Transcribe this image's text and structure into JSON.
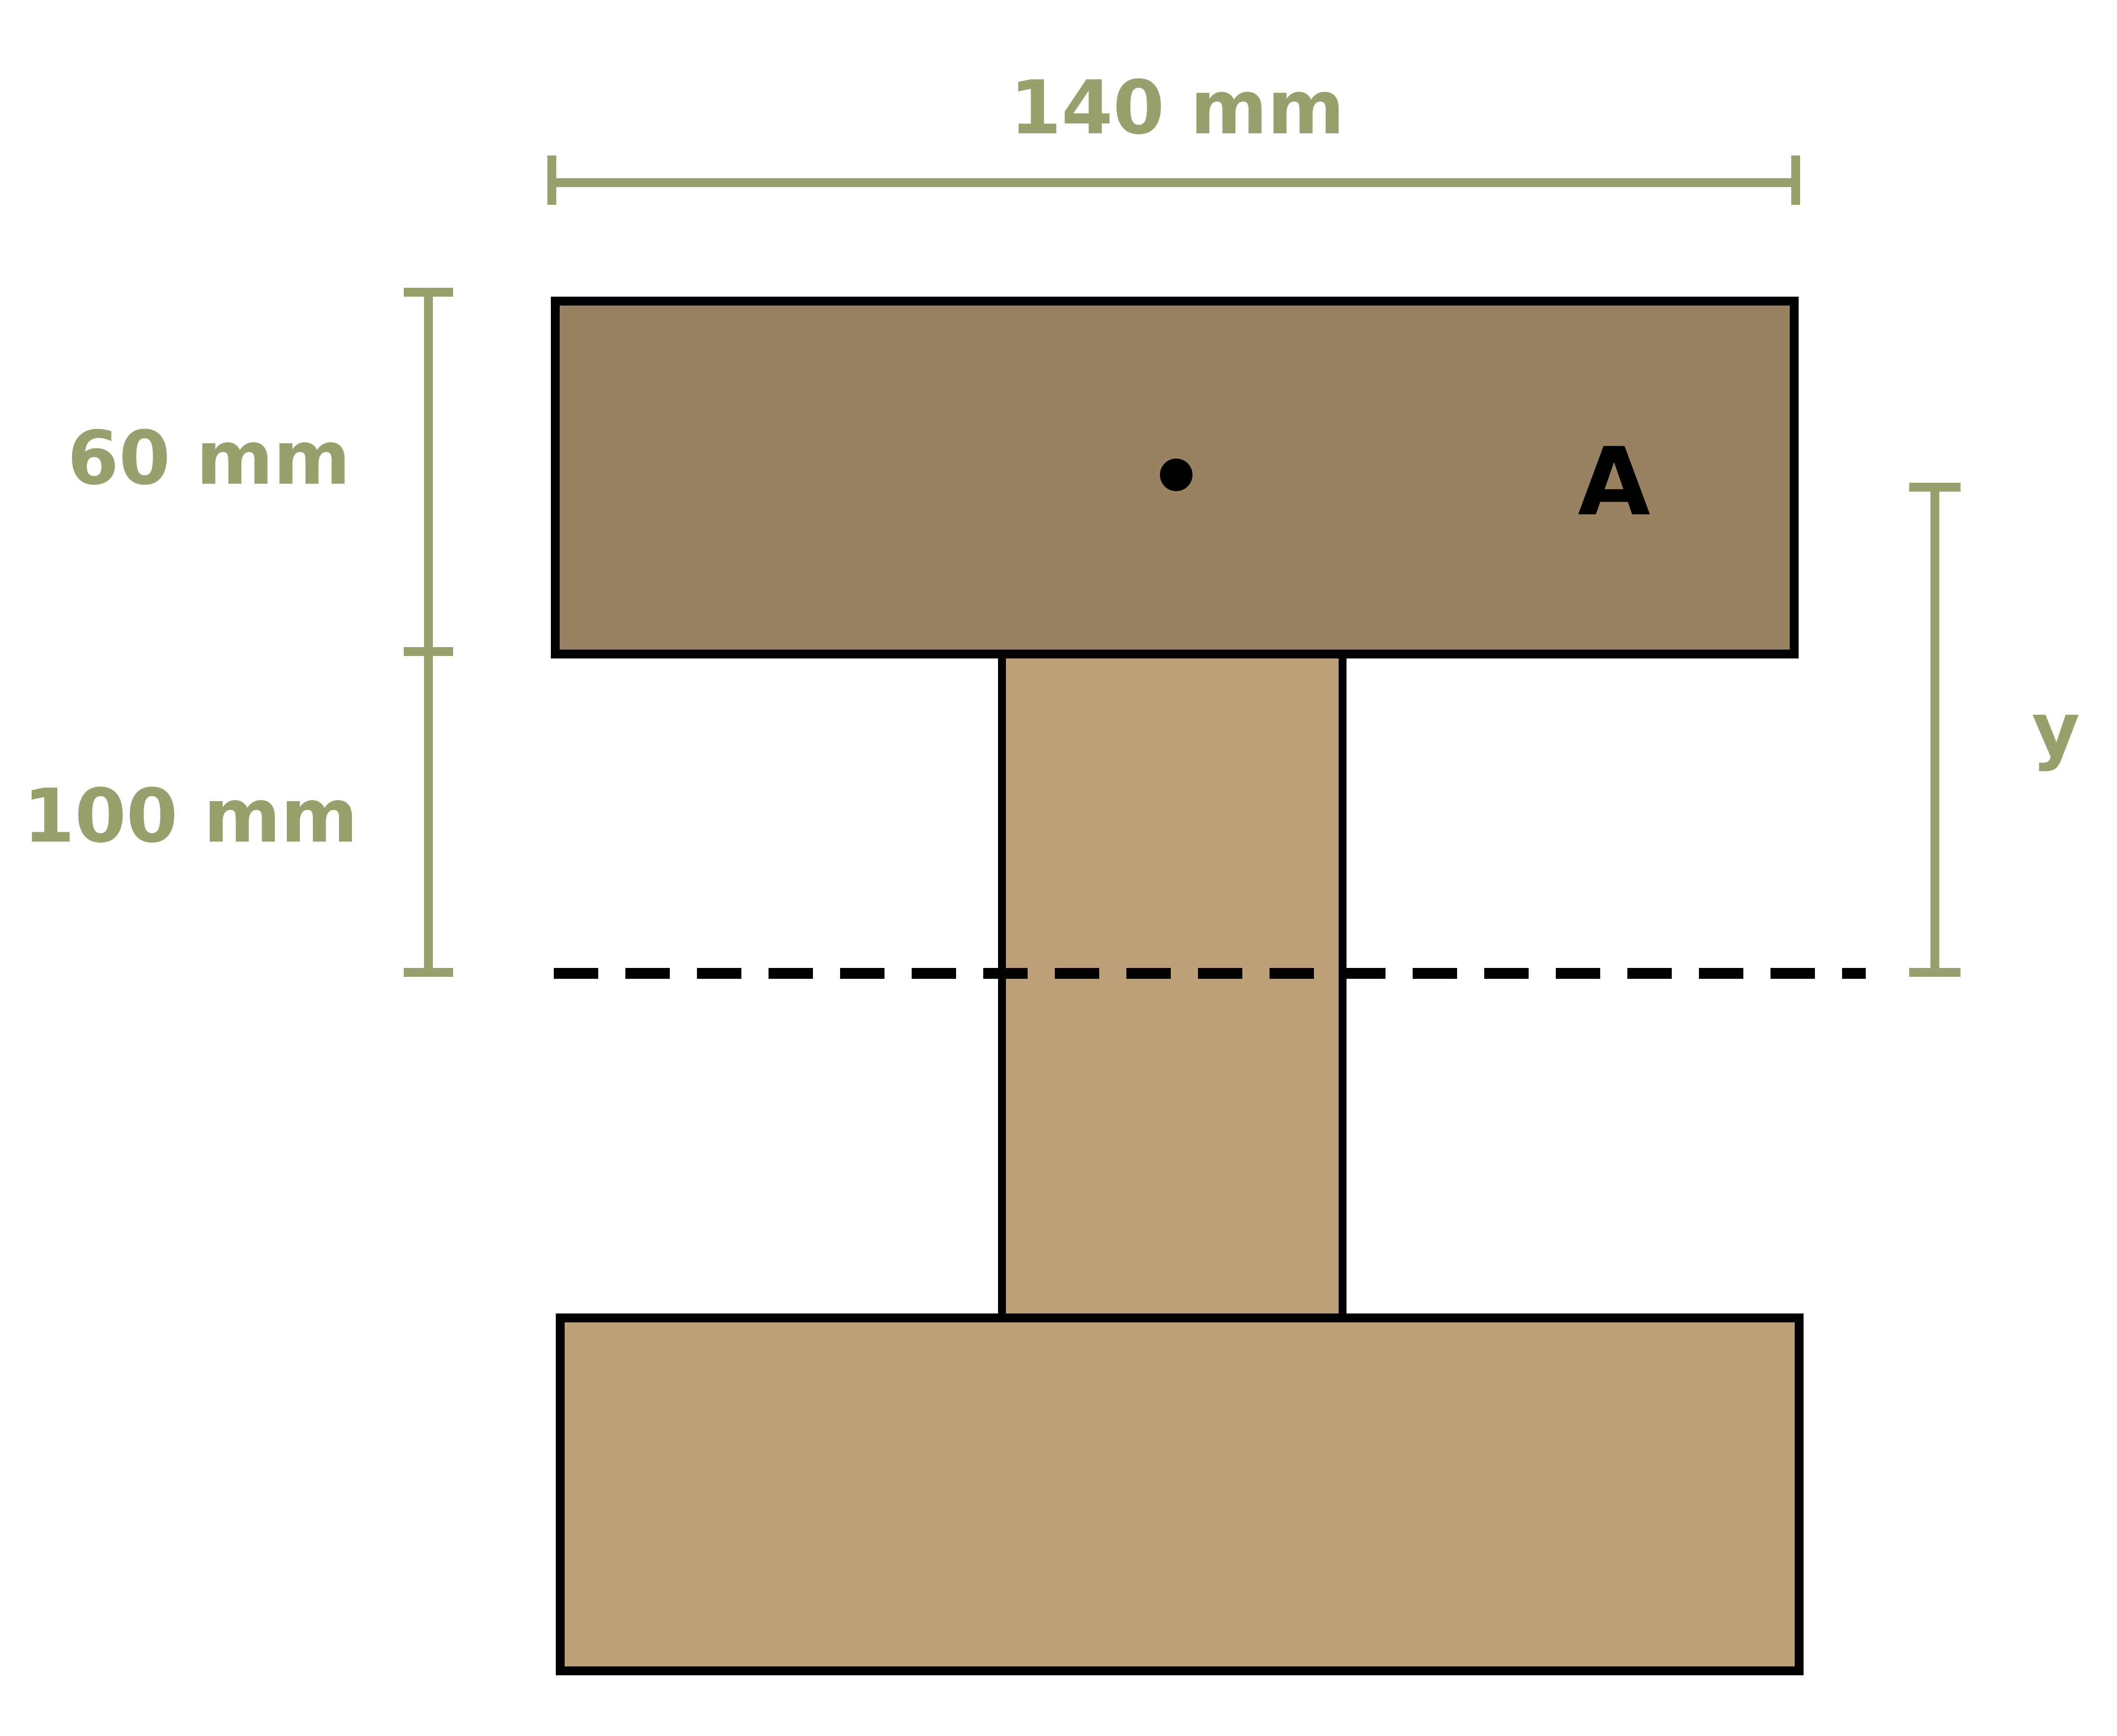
{
  "colors": {
    "dimension": "#98a06d",
    "flange_top": "#988262",
    "web_and_bottom_flange": "#bea07a",
    "outline": "#000000",
    "background": "#ffffff"
  },
  "dimensions": {
    "width_label": "140 mm",
    "flange_height_label": "60 mm",
    "web_segment_label": "100 mm",
    "distance_label": "y"
  },
  "labels": {
    "region_a": "A"
  },
  "markers": {
    "centroid": "centroid-dot",
    "neutral_axis": "dashed-line"
  }
}
